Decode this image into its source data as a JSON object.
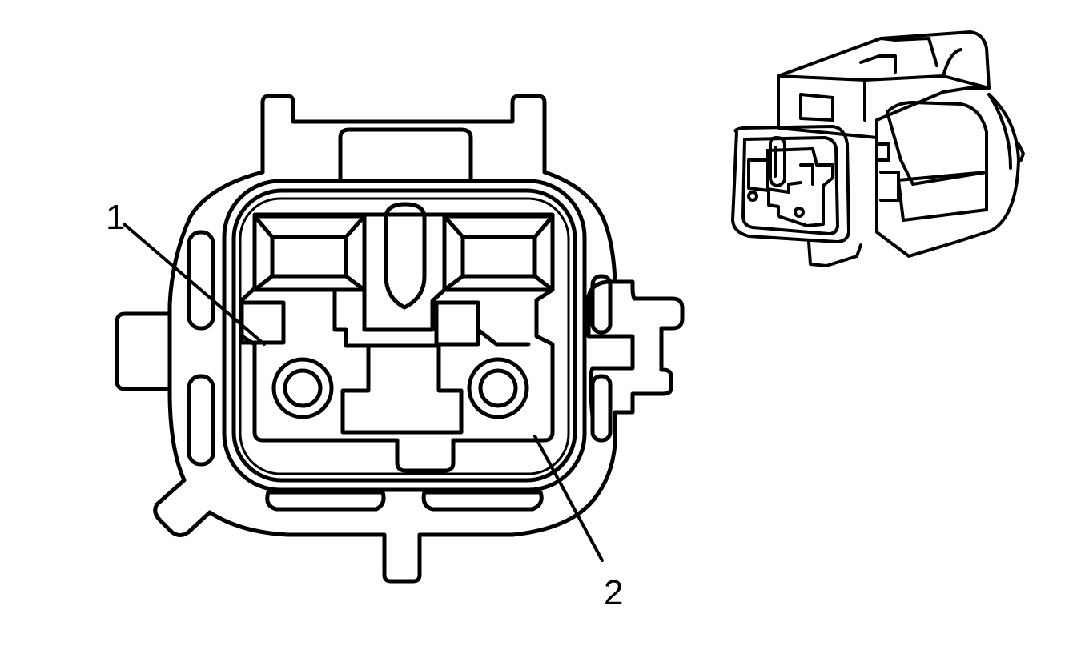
{
  "diagram": {
    "callouts": [
      {
        "id": "pin-1",
        "label": "1"
      },
      {
        "id": "pin-2",
        "label": "2"
      }
    ],
    "colors": {
      "ink": "#000000",
      "background": "#ffffff"
    }
  }
}
